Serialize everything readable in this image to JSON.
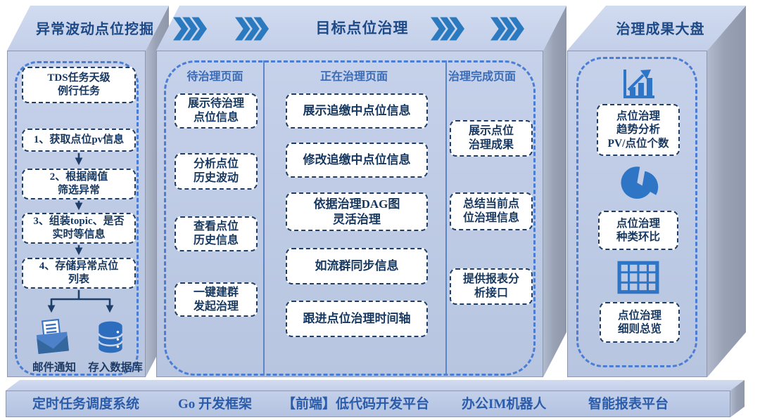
{
  "colors": {
    "panel_front": "#bdc9e3",
    "panel_top": "#cbd6ee",
    "panel_side": "#99a2b5",
    "container_dash_blue": "#4b7ed2",
    "box_border_navy": "#1e3e66",
    "box_text_navy": "#16375f",
    "title_blue": "#1d4a86",
    "chevron_blue": "#2b7abf",
    "icon_blue": "#2e75c5",
    "arrow_navy": "#1f3f6b",
    "bottom_text_blue": "#2b5caa"
  },
  "left_panel": {
    "title": "异常波动点位挖掘",
    "boxes": [
      "TDS任务天级\n例行任务",
      "1、获取点位pv信息",
      "2、根据阈值\n筛选异常",
      "3、组装topic、是否\n实时等信息",
      "4、存储异常点位\n列表"
    ],
    "outputs": [
      {
        "icon": "email-icon",
        "label": "邮件通知"
      },
      {
        "icon": "database-icon",
        "label": "存入数据库"
      }
    ]
  },
  "middle_panel": {
    "title": "目标点位治理",
    "chevron_icon": "triple-chevron-right-icon",
    "columns": [
      {
        "header": "待治理页面",
        "boxes": [
          "展示待治理\n点位信息",
          "分析点位\n历史波动",
          "查看点位\n历史信息",
          "一键建群\n发起治理"
        ]
      },
      {
        "header": "正在治理页面",
        "boxes": [
          "展示追缴中点位信息",
          "修改追缴中点位信息",
          "依据治理DAG图\n灵活治理",
          "如流群同步信息",
          "跟进点位治理时间轴"
        ]
      },
      {
        "header": "治理完成页面",
        "boxes": [
          "展示点位\n治理成果",
          "总结当前点\n位治理信息",
          "提供报表分\n析接口"
        ]
      }
    ]
  },
  "right_panel": {
    "title": "治理成果大盘",
    "items": [
      {
        "icon": "bar-chart-icon",
        "label": "点位治理\n趋势分析\nPV/点位个数"
      },
      {
        "icon": "pie-chart-icon",
        "label": "点位治理\n种类环比"
      },
      {
        "icon": "table-icon",
        "label": "点位治理\n细则总览"
      }
    ]
  },
  "bottom_bar": {
    "items": [
      "定时任务调度系统",
      "Go 开发框架",
      "【前端】低代码开发平台",
      "办公IM机器人",
      "智能报表平台"
    ]
  }
}
